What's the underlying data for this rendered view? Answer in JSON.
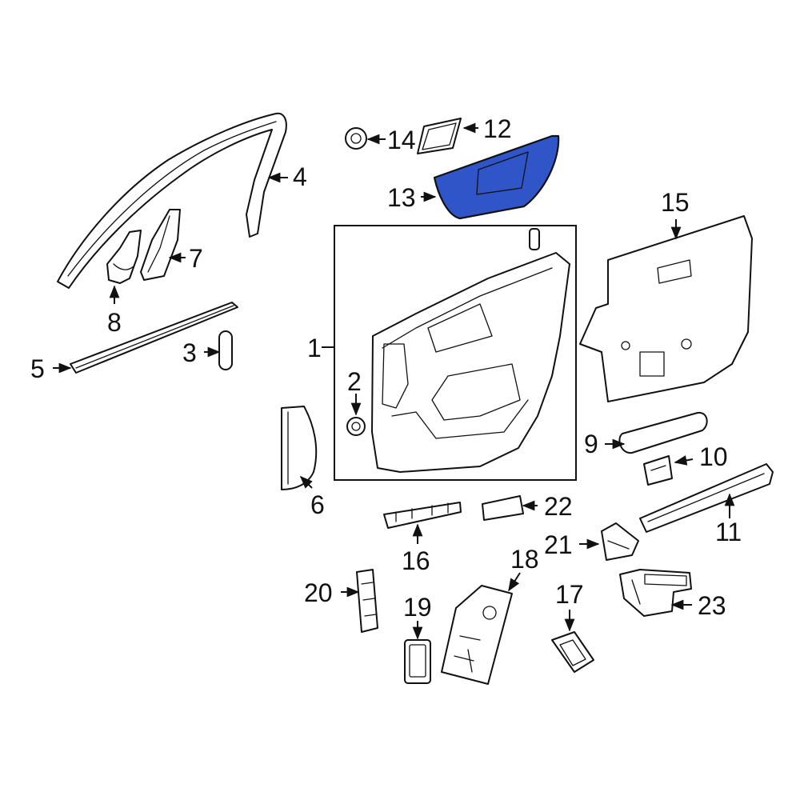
{
  "diagram": {
    "highlight_color": "#2f55c9",
    "highlighted_part": "13",
    "callouts": [
      "1",
      "2",
      "3",
      "4",
      "5",
      "6",
      "7",
      "8",
      "9",
      "10",
      "11",
      "12",
      "13",
      "14",
      "15",
      "16",
      "17",
      "18",
      "19",
      "20",
      "21",
      "22",
      "23"
    ]
  }
}
